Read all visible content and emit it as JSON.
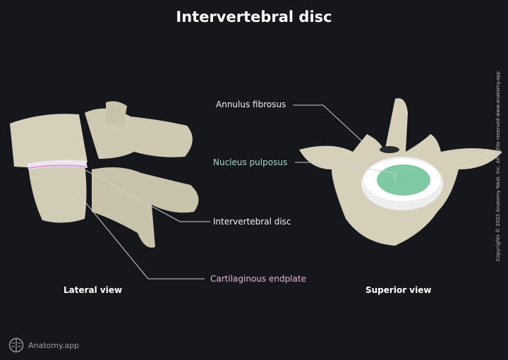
{
  "title": "Intervertebral disc",
  "labels": {
    "annulus_fibrosus": "Annulus fibrosus",
    "nucleus_pulposus": "Nucleus pulposus",
    "intervertebral_disc": "Intervertebral disc",
    "cartilaginous_endplate": "Cartilaginous endplate"
  },
  "views": {
    "lateral": "Lateral view",
    "superior": "Superior view"
  },
  "copyright": "Copyrights © 2022 Anatomy Next, Inc. All rights reserved www.anatomy.app",
  "logo": {
    "text": "Anatomy.app",
    "icon": "brain-icon"
  },
  "colors": {
    "background": "#16171c",
    "bone": "#d9d4c0",
    "nucleus": "#7fc9a4",
    "nucleus_label": "#a8d8c0",
    "endplate_label": "#e6b3e0"
  }
}
